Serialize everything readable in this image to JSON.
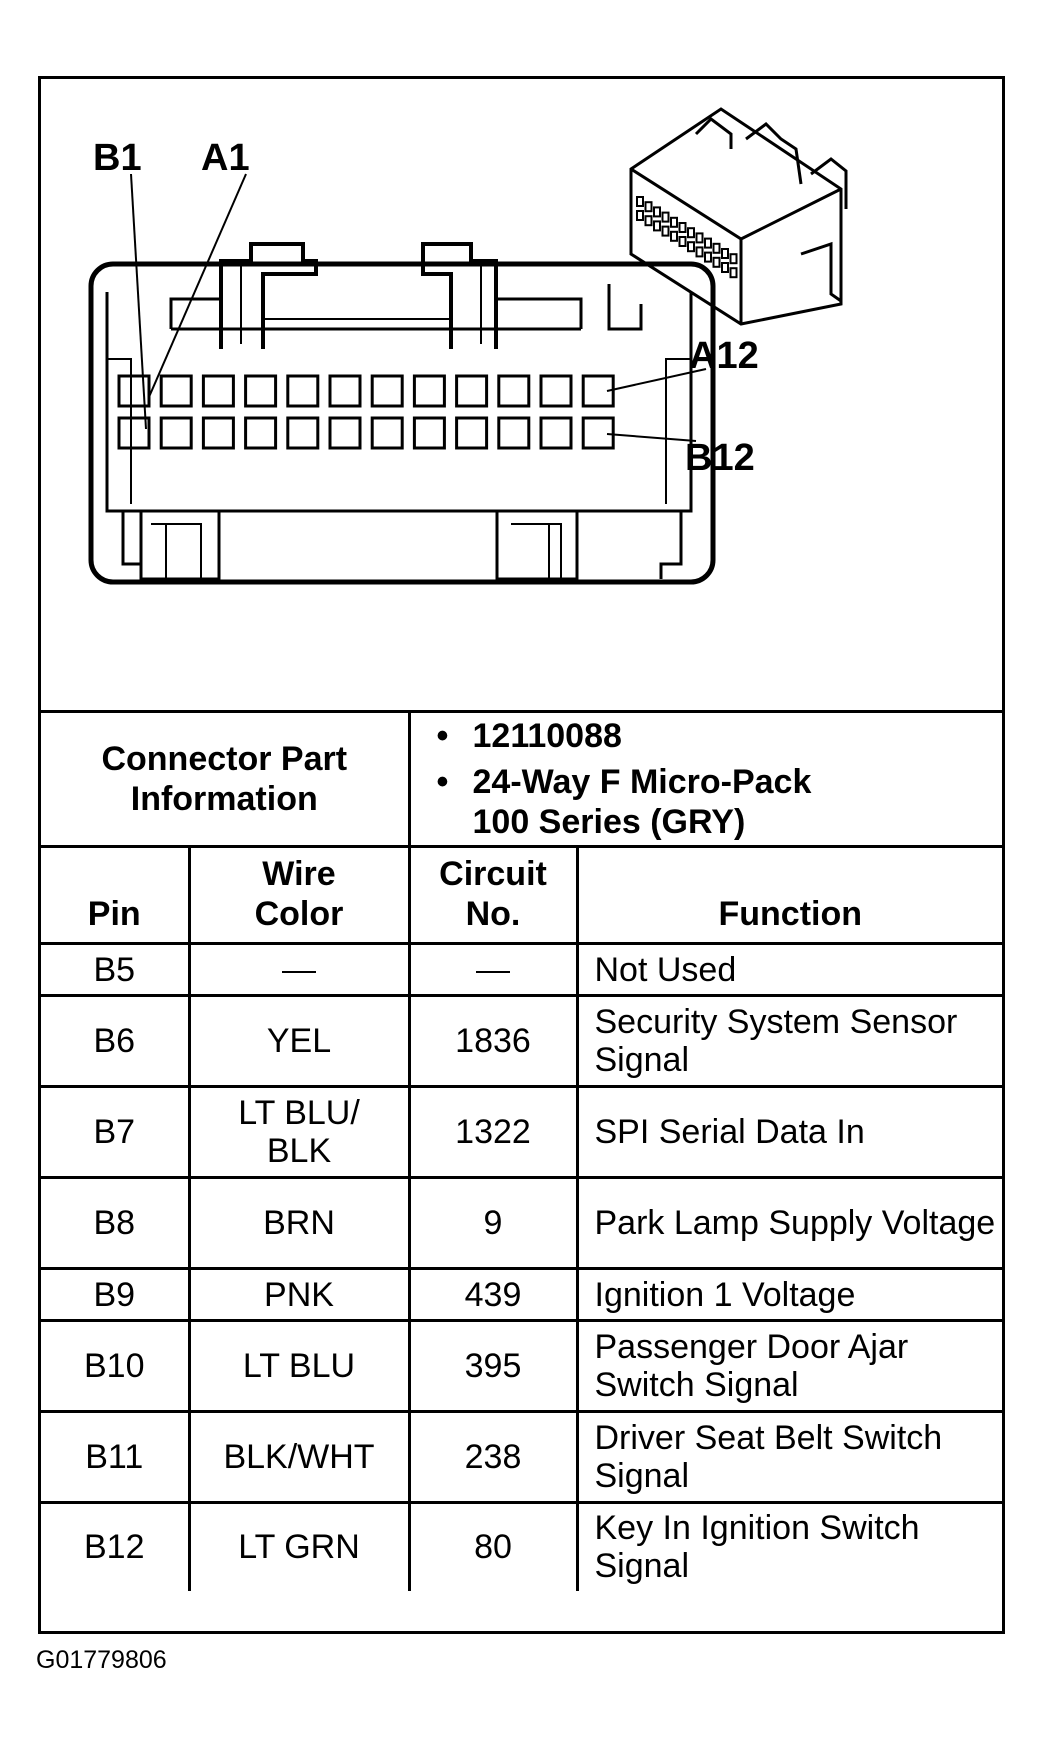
{
  "diagram": {
    "callouts": {
      "b1": "B1",
      "a1": "A1",
      "a12": "A12",
      "b12": "B12"
    },
    "cavity_rows": [
      {
        "row": "A",
        "count": 12
      },
      {
        "row": "B",
        "count": 12
      }
    ],
    "connector_view": "perspective-icon"
  },
  "connector_info": {
    "label_line1": "Connector Part",
    "label_line2": "Information",
    "part_number": "12110088",
    "description_line1": "24-Way F Micro-Pack",
    "description_line2": "100 Series (GRY)"
  },
  "table": {
    "headers": {
      "pin": "Pin",
      "wire_color_line1": "Wire",
      "wire_color_line2": "Color",
      "circuit_line1": "Circuit",
      "circuit_line2": "No.",
      "function": "Function"
    },
    "rows": [
      {
        "pin": "B5",
        "wire": "—",
        "circuit": "—",
        "function": "Not Used"
      },
      {
        "pin": "B6",
        "wire": "YEL",
        "circuit": "1836",
        "function": "Security System Sensor Signal"
      },
      {
        "pin": "B7",
        "wire": "LT BLU/ BLK",
        "circuit": "1322",
        "function": "SPI Serial Data In"
      },
      {
        "pin": "B8",
        "wire": "BRN",
        "circuit": "9",
        "function": "Park Lamp Supply Voltage"
      },
      {
        "pin": "B9",
        "wire": "PNK",
        "circuit": "439",
        "function": "Ignition 1 Voltage"
      },
      {
        "pin": "B10",
        "wire": "LT BLU",
        "circuit": "395",
        "function": "Passenger Door Ajar Switch Signal"
      },
      {
        "pin": "B11",
        "wire": "BLK/WHT",
        "circuit": "238",
        "function": "Driver Seat Belt Switch Signal"
      },
      {
        "pin": "B12",
        "wire": "LT GRN",
        "circuit": "80",
        "function": "Key In Ignition Switch Signal"
      }
    ]
  },
  "footer": {
    "figure_id": "G01779806"
  }
}
